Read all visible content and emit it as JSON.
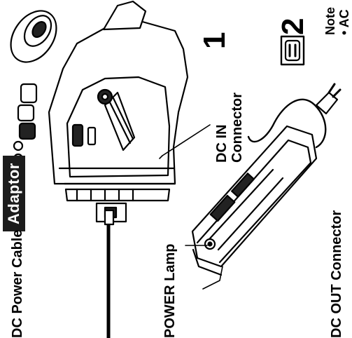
{
  "title": "Adaptor",
  "labels": {
    "dc_power_cable": "DC Power Cable",
    "power_lamp": "POWER Lamp",
    "dc_in_line1": "DC IN",
    "dc_in_line2": "Connector",
    "dc_out_connector": "DC OUT Connector"
  },
  "steps": {
    "step1": "1",
    "step2": "2"
  },
  "note": {
    "label": "Note",
    "bullet": "• AC"
  }
}
